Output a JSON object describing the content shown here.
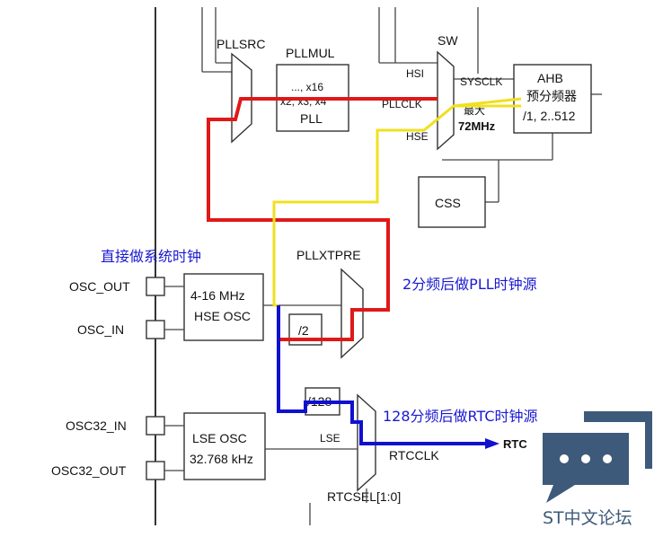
{
  "pllsrc": "PLLSRC",
  "pllmul": {
    "title": "PLLMUL",
    "line1": "..., x16",
    "line2": "x2, x3, x4",
    "line3": "PLL"
  },
  "sw": "SW",
  "hsi": "HSI",
  "sysclk": "SYSCLK",
  "pllclk": "PLLCLK",
  "hse": "HSE",
  "max": {
    "line1": "最大",
    "line2": "72MHz"
  },
  "ahb": {
    "line1": "AHB",
    "line2": "预分频器",
    "line3": "/1, 2..512"
  },
  "css": "CSS",
  "pllxtpre": "PLLXTPRE",
  "div2": "/2",
  "div128": "/128",
  "hse_osc": {
    "line1": "4-16 MHz",
    "line2": "HSE OSC"
  },
  "lse_osc": {
    "line1": "LSE OSC",
    "line2": "32.768 kHz"
  },
  "lse": "LSE",
  "rtcclk": "RTCCLK",
  "rtc": "RTC",
  "rtcsel": "RTCSEL[1:0]",
  "pins": {
    "osc_out": "OSC_OUT",
    "osc_in": "OSC_IN",
    "osc32_in": "OSC32_IN",
    "osc32_out": "OSC32_OUT"
  },
  "annotations": {
    "direct": "直接做系统时钟",
    "div2_pll": "2分频后做PLL时钟源",
    "div128_rtc": "128分频后做RTC时钟源"
  },
  "watermark": "ST中文论坛",
  "colors": {
    "red": "#e01818",
    "yellow": "#f0e020",
    "blue": "#1010d0",
    "annotation": "#1a1ad0",
    "watermark": "#3e5a7a"
  }
}
